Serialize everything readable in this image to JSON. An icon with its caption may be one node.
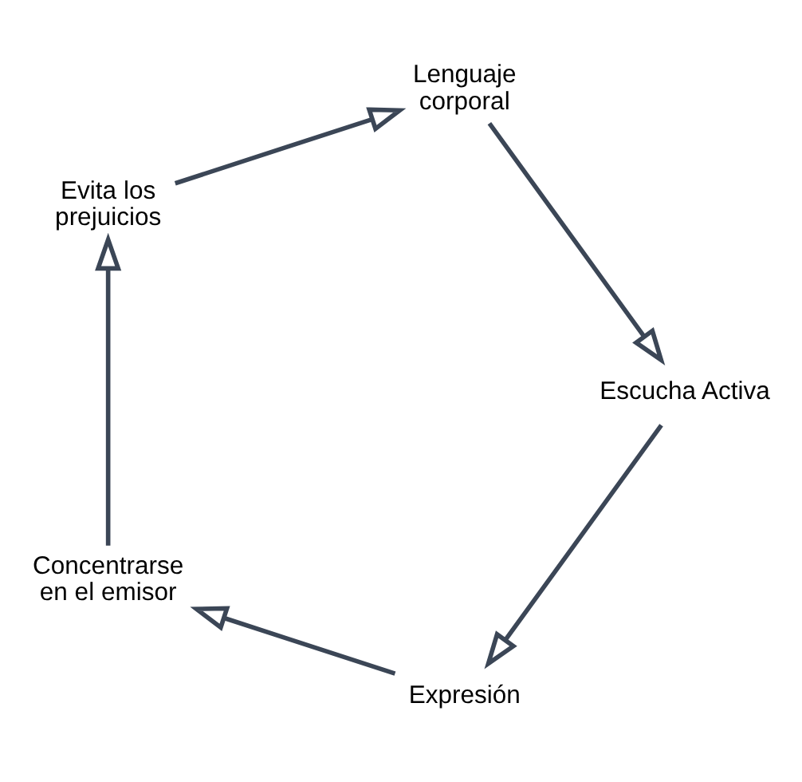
{
  "diagram": {
    "nodes": [
      {
        "text": [
          "Expresión"
        ]
      },
      {
        "text": [
          "Concentrarse en el emisor"
        ]
      },
      {
        "text": [
          "Evita los prejuicios"
        ]
      },
      {
        "text": [
          "Lenguaje corporal"
        ]
      },
      {
        "text": [
          "Escucha Activa"
        ]
      }
    ],
    "edges": [
      {
        "from": 0,
        "to": 1,
        "arrow": "to"
      },
      {
        "from": 1,
        "to": 2,
        "arrow": "to"
      },
      {
        "from": 2,
        "to": 3,
        "arrow": "to"
      },
      {
        "from": 3,
        "to": 4,
        "arrow": "to"
      },
      {
        "from": 4,
        "to": 0,
        "arrow": "to"
      }
    ]
  }
}
